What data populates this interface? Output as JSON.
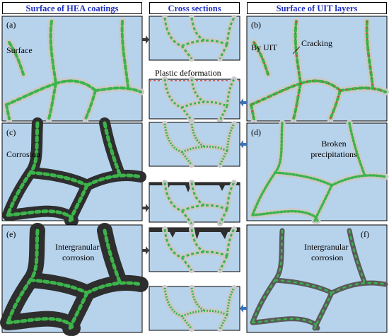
{
  "headers": {
    "left": "Surface of HEA coatings",
    "middle": "Cross sections",
    "right": "Surface of UIT layers"
  },
  "panels": {
    "a": {
      "tag": "(a)",
      "label": "Surface"
    },
    "b": {
      "tag": "(b)",
      "label": "By UIT",
      "annotation": "Cracking"
    },
    "c": {
      "tag": "(c)",
      "label": "Corrosion"
    },
    "d": {
      "tag": "(d)",
      "label_line1": "Broken",
      "label_line2": "precipitations"
    },
    "e": {
      "tag": "(e)",
      "label_line1": "Intergranular",
      "label_line2": "corrosion"
    },
    "f": {
      "tag": "(f)",
      "label_line1": "Intergranular",
      "label_line2": "corrosion"
    }
  },
  "cross_section_caption": "Plastic deformation",
  "colors": {
    "background_blue": "#b7d3ec",
    "grain_boundary_gray": "#c9c9c9",
    "precipitate_green": "#3cb44b",
    "corrosion_dark": "#2e2e2e",
    "crack_red": "#d43a2a",
    "header_text_blue": "#1f2fbf",
    "arrow_dark": "#3b3b3b",
    "arrow_blue": "#3d73b8"
  }
}
